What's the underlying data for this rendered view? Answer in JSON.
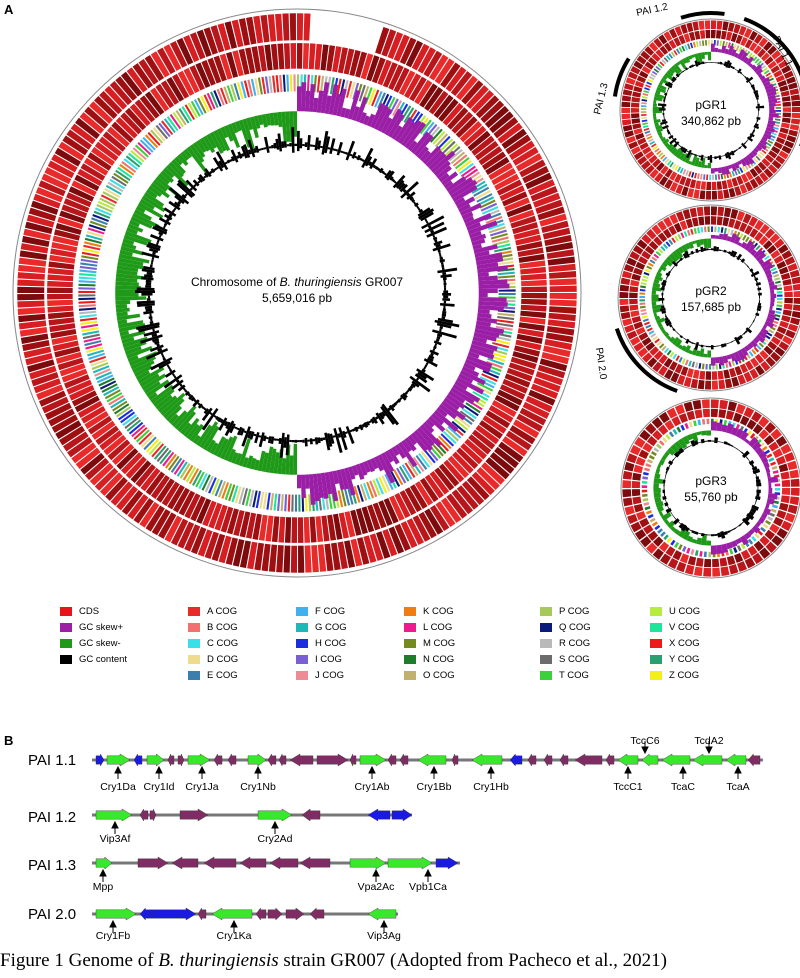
{
  "panel_a": {
    "label": "A"
  },
  "panel_b": {
    "label": "B"
  },
  "chromosome": {
    "title_prefix": "Chromosome of ",
    "title_species": "B. thuringiensis",
    "title_suffix": " GR007",
    "size": "5,659,016 pb"
  },
  "plasmids": [
    {
      "name": "pGR1",
      "size": "340,862 pb",
      "islands": [
        "PAI 1.1",
        "PAI 1.2",
        "PAI 1.3"
      ]
    },
    {
      "name": "pGR2",
      "size": "157,685 pb",
      "islands": [
        "PAI 2.0"
      ]
    },
    {
      "name": "pGR3",
      "size": "55,760 pb",
      "islands": []
    }
  ],
  "legend": [
    {
      "label": "CDS",
      "color": "#e8141c"
    },
    {
      "label": "GC skew+",
      "color": "#9b1fa6"
    },
    {
      "label": "GC skew-",
      "color": "#1f9a18"
    },
    {
      "label": "GC content",
      "color": "#000000"
    },
    {
      "label": "A COG",
      "color": "#e82a2a"
    },
    {
      "label": "B COG",
      "color": "#f27070"
    },
    {
      "label": "C COG",
      "color": "#39e0e8"
    },
    {
      "label": "D COG",
      "color": "#eedb8c"
    },
    {
      "label": "E COG",
      "color": "#3c7fae"
    },
    {
      "label": "F COG",
      "color": "#3fb1ef"
    },
    {
      "label": "G COG",
      "color": "#1fb8b8"
    },
    {
      "label": "H COG",
      "color": "#1a2ee0"
    },
    {
      "label": "I COG",
      "color": "#7a5ed3"
    },
    {
      "label": "J COG",
      "color": "#ee8c96"
    },
    {
      "label": "K COG",
      "color": "#f07d10"
    },
    {
      "label": "L COG",
      "color": "#ec1c8e"
    },
    {
      "label": "M COG",
      "color": "#748a1e"
    },
    {
      "label": "N COG",
      "color": "#1e7d2a"
    },
    {
      "label": "O COG",
      "color": "#c2b06e"
    },
    {
      "label": "P COG",
      "color": "#a6c95a"
    },
    {
      "label": "Q COG",
      "color": "#0a1a7a"
    },
    {
      "label": "R COG",
      "color": "#b9b9b9"
    },
    {
      "label": "S COG",
      "color": "#6b6b6b"
    },
    {
      "label": "T COG",
      "color": "#3ad13a"
    },
    {
      "label": "U COG",
      "color": "#b7ec3e"
    },
    {
      "label": "V COG",
      "color": "#1de69a"
    },
    {
      "label": "X COG",
      "color": "#ee1a1a"
    },
    {
      "label": "Y COG",
      "color": "#2aa070"
    },
    {
      "label": "Z COG",
      "color": "#f4ee1a"
    }
  ],
  "pai": [
    {
      "name": "PAI 1.1",
      "below": [
        "Cry1Da",
        "Cry1Id",
        "Cry1Ja",
        "Cry1Nb",
        "Cry1Ab",
        "Cry1Bb",
        "Cry1Hb",
        "TccC1",
        "TcaC",
        "TcaA"
      ],
      "above": [
        "TccC6",
        "TcdA2"
      ]
    },
    {
      "name": "PAI 1.2",
      "below": [
        "Vip3Af",
        "Cry2Ad"
      ],
      "above": []
    },
    {
      "name": "PAI 1.3",
      "below": [
        "Mpp",
        "Vpa2Ac",
        "Vpb1Ca"
      ],
      "above": []
    },
    {
      "name": "PAI 2.0",
      "below": [
        "Cry1Fb",
        "Cry1Ka",
        "Vip3Ag"
      ],
      "above": []
    }
  ],
  "caption": {
    "prefix": "Figure 1 Genome of ",
    "species": "B. thuringiensis",
    "suffix": " strain GR007 (Adopted from Pacheco et al., 2021)"
  }
}
